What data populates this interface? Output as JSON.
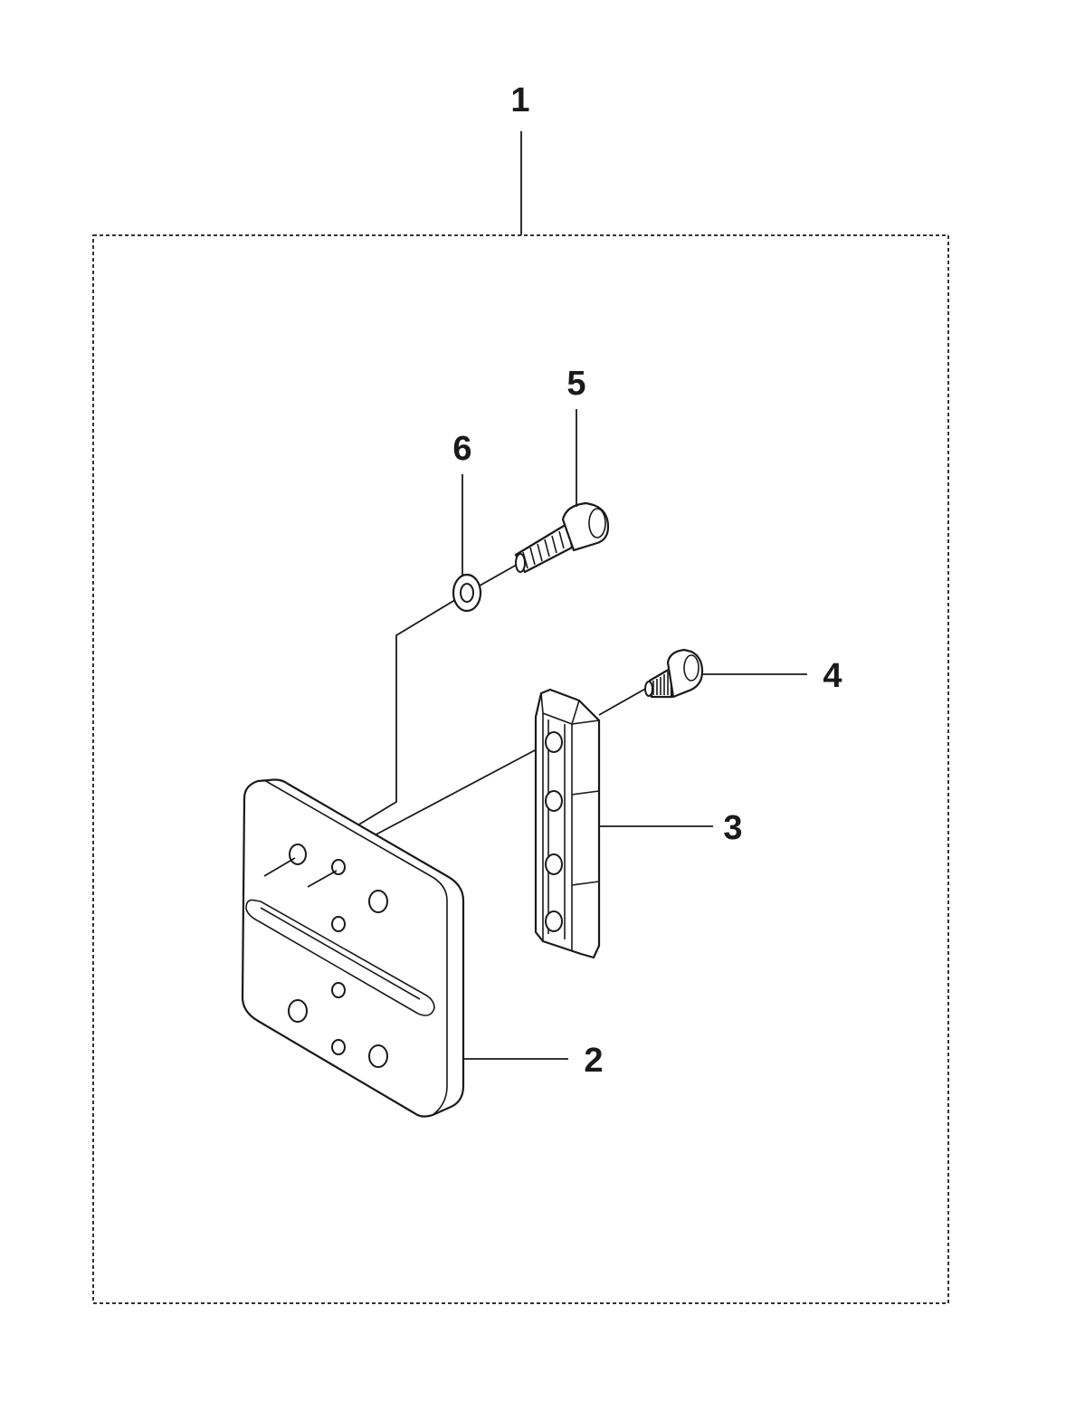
{
  "callouts": {
    "kit": "1",
    "plate": "2",
    "guide_bar": "3",
    "small_screw": "4",
    "long_screw": "5",
    "washer": "6"
  },
  "colors": {
    "line": "#1a1a1a",
    "background": "#ffffff"
  }
}
